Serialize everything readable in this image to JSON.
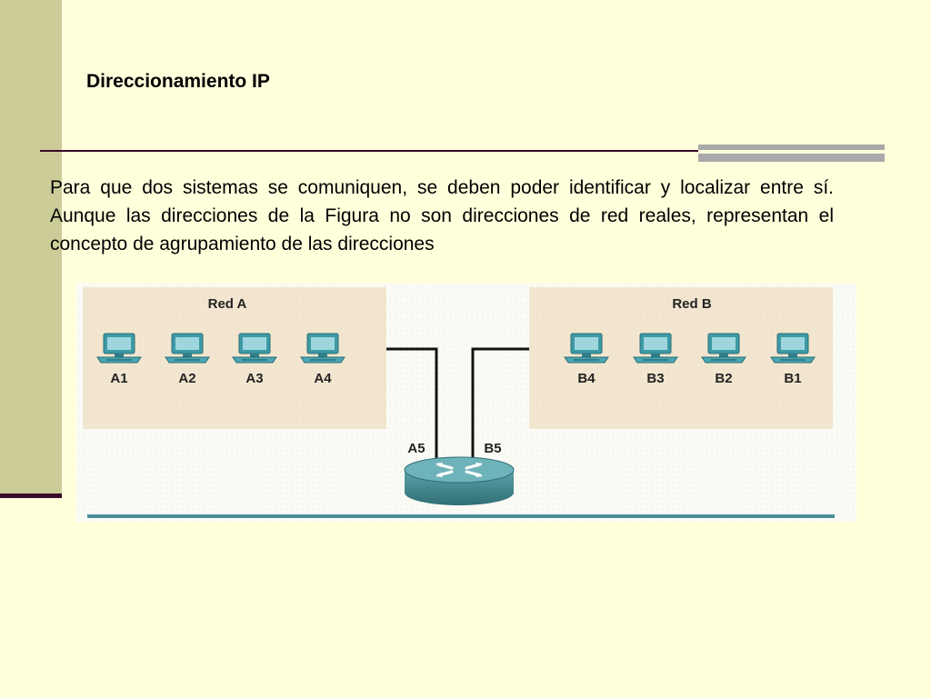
{
  "slide": {
    "title": "Direccionamiento IP",
    "paragraph": "Para que dos sistemas se comuniquen, se deben poder identificar y localizar entre sí. Aunque las direcciones de la Figura no son direcciones de red reales, representan el concepto de agrupamiento de las direcciones"
  },
  "diagram": {
    "network_a": {
      "label": "Red A",
      "hosts": [
        "A1",
        "A2",
        "A3",
        "A4"
      ]
    },
    "network_b": {
      "label": "Red B",
      "hosts": [
        "B4",
        "B3",
        "B2",
        "B1"
      ]
    },
    "router": {
      "port_a": "A5",
      "port_b": "B5"
    }
  },
  "colors": {
    "background": "#ffffdc",
    "sidebar": "#cccc99",
    "network_panel": "#f2e6d0",
    "computer": "#3d9aa6",
    "router": "#4b8f96"
  }
}
